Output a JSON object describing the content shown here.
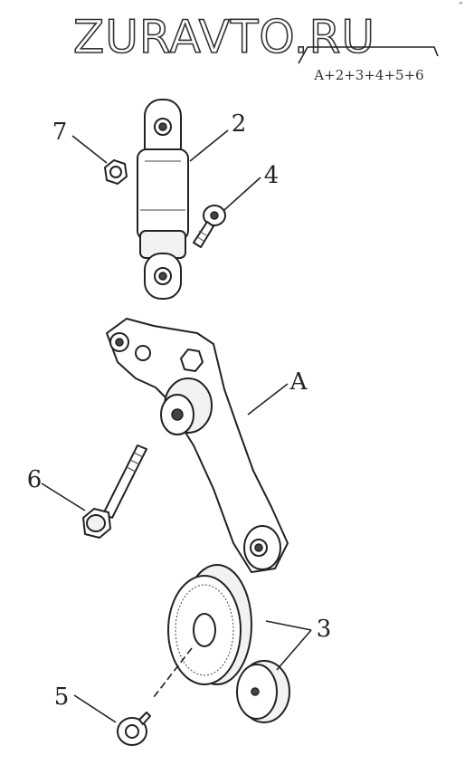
{
  "watermark": "ZURAVTO.RU",
  "kit_formula": "A+2+3+4+5+6",
  "parts": [
    {
      "id": "7",
      "label": "7",
      "icon": "nut-icon"
    },
    {
      "id": "2",
      "label": "2",
      "icon": "shock-absorber-icon"
    },
    {
      "id": "4",
      "label": "4",
      "icon": "bolt-washer-icon"
    },
    {
      "id": "A",
      "label": "A",
      "icon": "tensioner-arm-icon"
    },
    {
      "id": "6",
      "label": "6",
      "icon": "long-bolt-icon"
    },
    {
      "id": "3",
      "label": "3",
      "icon": "pulley-icon"
    },
    {
      "id": "5",
      "label": "5",
      "icon": "screw-icon"
    }
  ],
  "colors": {
    "line": "#222222",
    "background": "#ffffff"
  }
}
